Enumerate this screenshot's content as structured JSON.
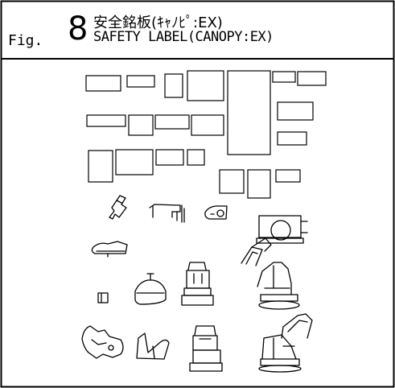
{
  "figure": {
    "fig_label": "Fig.",
    "number": "8",
    "title_jp": "安全銘板(ｷｬﾉﾋﾟ:EX)",
    "title_en": "SAFETY LABEL(CANOPY:EX)"
  }
}
